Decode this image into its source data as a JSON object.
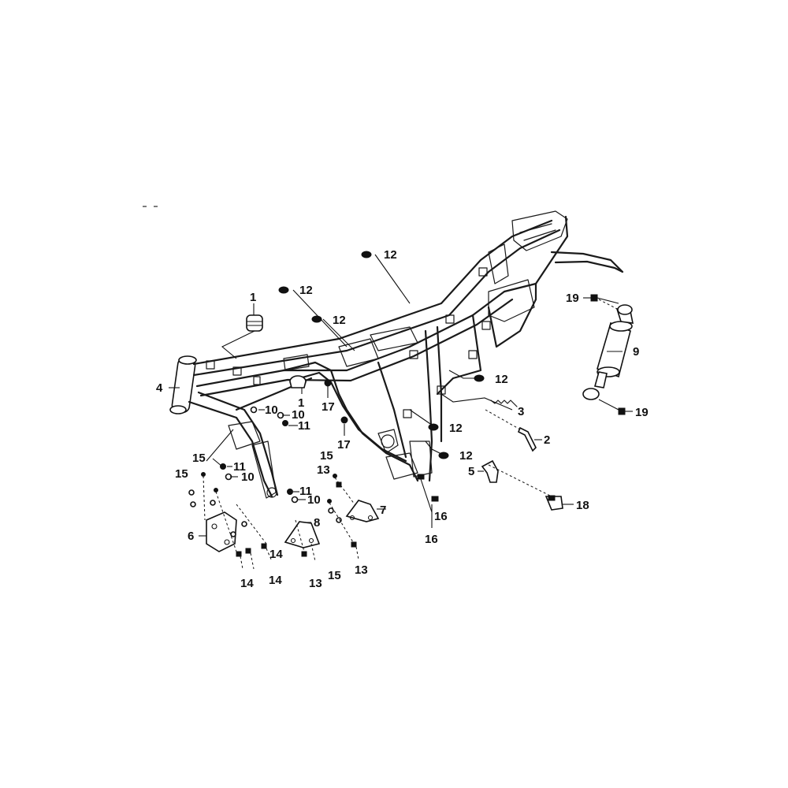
{
  "diagram": {
    "labels": [
      {
        "id": "l1a",
        "text": "1"
      },
      {
        "id": "l1b",
        "text": "1"
      },
      {
        "id": "l2",
        "text": "2"
      },
      {
        "id": "l3",
        "text": "3"
      },
      {
        "id": "l4",
        "text": "4"
      },
      {
        "id": "l5",
        "text": "5"
      },
      {
        "id": "l6",
        "text": "6"
      },
      {
        "id": "l7",
        "text": "7"
      },
      {
        "id": "l8",
        "text": "8"
      },
      {
        "id": "l9",
        "text": "9"
      },
      {
        "id": "l10a",
        "text": "10"
      },
      {
        "id": "l10b",
        "text": "10"
      },
      {
        "id": "l10c",
        "text": "10"
      },
      {
        "id": "l10d",
        "text": "10"
      },
      {
        "id": "l11a",
        "text": "11"
      },
      {
        "id": "l11b",
        "text": "11"
      },
      {
        "id": "l11c",
        "text": "11"
      },
      {
        "id": "l12a",
        "text": "12"
      },
      {
        "id": "l12b",
        "text": "12"
      },
      {
        "id": "l12c",
        "text": "12"
      },
      {
        "id": "l12d",
        "text": "12"
      },
      {
        "id": "l12e",
        "text": "12"
      },
      {
        "id": "l12f",
        "text": "12"
      },
      {
        "id": "l13a",
        "text": "13"
      },
      {
        "id": "l13b",
        "text": "13"
      },
      {
        "id": "l13c",
        "text": "13"
      },
      {
        "id": "l14a",
        "text": "14"
      },
      {
        "id": "l14b",
        "text": "14"
      },
      {
        "id": "l14c",
        "text": "14"
      },
      {
        "id": "l15a",
        "text": "15"
      },
      {
        "id": "l15b",
        "text": "15"
      },
      {
        "id": "l15c",
        "text": "15"
      },
      {
        "id": "l15d",
        "text": "15"
      },
      {
        "id": "l16a",
        "text": "16"
      },
      {
        "id": "l16b",
        "text": "16"
      },
      {
        "id": "l17a",
        "text": "17"
      },
      {
        "id": "l17b",
        "text": "17"
      },
      {
        "id": "l18",
        "text": "18"
      },
      {
        "id": "l19a",
        "text": "19"
      },
      {
        "id": "l19b",
        "text": "19"
      }
    ]
  }
}
